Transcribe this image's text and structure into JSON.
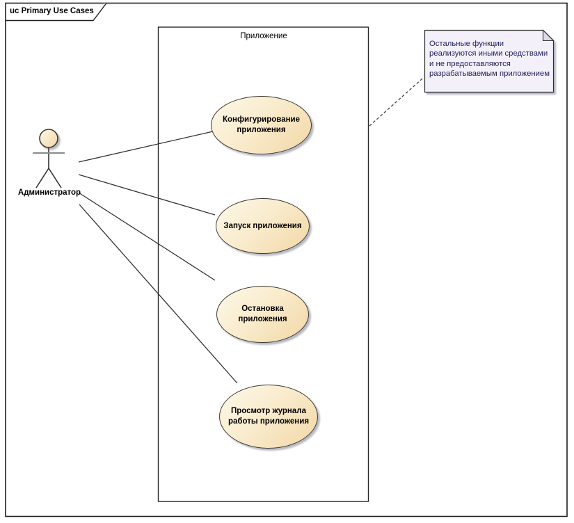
{
  "frame": {
    "title": "uc Primary Use Cases"
  },
  "boundary": {
    "label": "Приложение"
  },
  "actor": {
    "label": "Администратор"
  },
  "use_cases": [
    {
      "label": "Конфигурирование приложения"
    },
    {
      "label": "Запуск приложения"
    },
    {
      "label": "Остановка приложения"
    },
    {
      "label": "Просмотр журнала работы приложения"
    }
  ],
  "note": {
    "text": "Остальные функции реализуются иными средствами и не предоставляются разрабатываемым приложением"
  },
  "colors": {
    "usecase_fill_light": "#fdf8e8",
    "usecase_fill_dark": "#f2d7a6",
    "usecase_border": "#3d382f",
    "note_fill": "#f4f0f9",
    "note_text": "#22225e",
    "connector": "#323232",
    "shadow": "#7d8296"
  }
}
